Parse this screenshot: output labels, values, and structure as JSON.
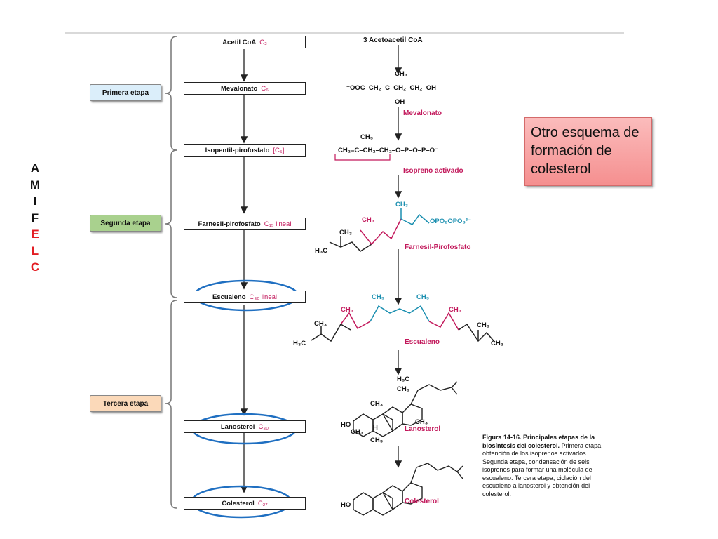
{
  "side_letters": [
    "A",
    "M",
    "I",
    "F",
    "E",
    "L",
    "C"
  ],
  "stages": [
    {
      "label": "Primera etapa",
      "color": "#dbeefa"
    },
    {
      "label": "Segunda etapa",
      "color": "#a9d18e"
    },
    {
      "label": "Tercera etapa",
      "color": "#fbd9b9"
    }
  ],
  "pathway": [
    {
      "name": "Acetil CoA",
      "carbons": "C₂"
    },
    {
      "name": "Mevalonato",
      "carbons": "C₆"
    },
    {
      "name": "Isopentil-pirofosfato",
      "carbons": "[C₅]"
    },
    {
      "name": "Farnesil-pirofosfato",
      "carbons": "C₁₅ lineal"
    },
    {
      "name": "Escualeno",
      "carbons": "C₃₀ lineal"
    },
    {
      "name": "Lanosterol",
      "carbons": "C₃₀"
    },
    {
      "name": "Colesterol",
      "carbons": "C₂₇"
    }
  ],
  "structures": {
    "top": "3 Acetoacetil CoA",
    "mevalonato_formula": "⁻OOC–CH₂–C–CH₂–CH₂–OH",
    "mevalonato_ch3": "CH₃",
    "mevalonato_oh": "OH",
    "mevalonato_label": "Mevalonato",
    "isopreno_formula": "CH₂=C–CH₂–CH₂–O–P–O–P–O⁻",
    "isopreno_ch3": "CH₃",
    "isopreno_label": "Isopreno activado",
    "farnesil_group": "OPO₂OPO₃³⁻",
    "farnesil_label": "Farnesil-Pirofosfato",
    "escualeno_label": "Escualeno",
    "lanosterol_label": "Lanosterol",
    "colesterol_label": "Colesterol",
    "h3c": "H₃C",
    "ch3": "CH₃",
    "ho": "HO",
    "h": "H"
  },
  "note": "Otro esquema de formación de colesterol",
  "caption": {
    "title": "Figura 14-16. Principales etapas de la biosíntesis del colesterol.",
    "body": "Primera etapa, obtención de los isoprenos activados. Segunda etapa, condensación de seis isoprenos para formar una molécula de escualeno. Tercera etapa, ciclación del escualeno a lanosterol y obtención del colesterol."
  },
  "colors": {
    "highlight": "#1f6fc1",
    "magenta": "#c2185b",
    "teal": "#1b8fb0",
    "red": "#e31e24"
  }
}
